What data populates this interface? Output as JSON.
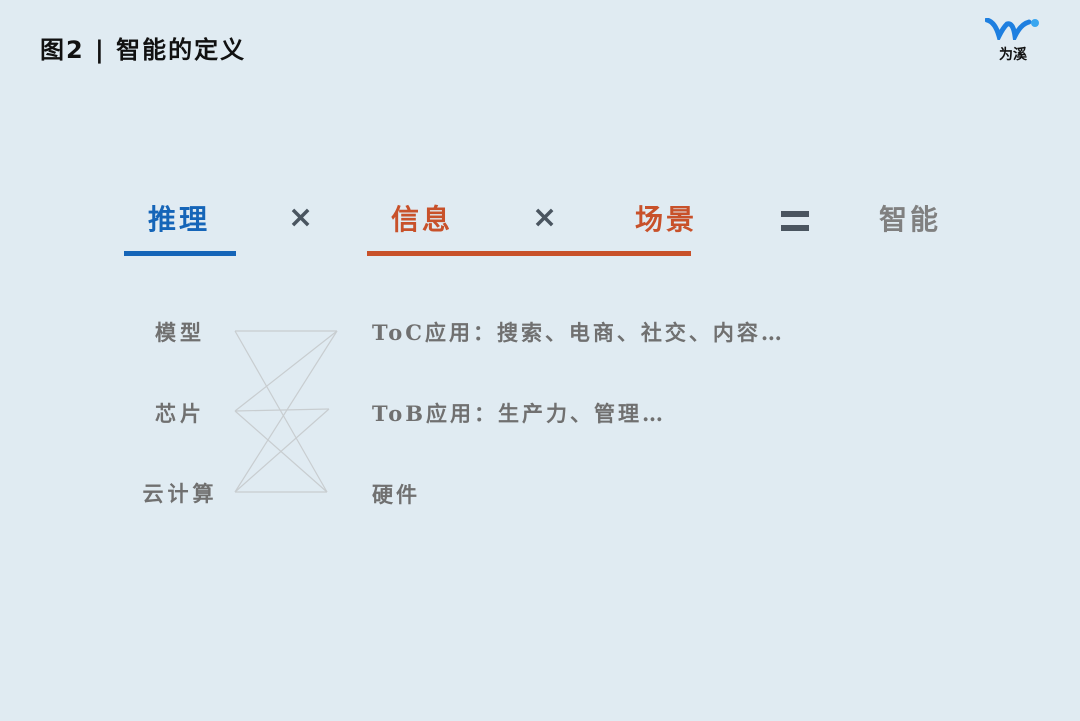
{
  "title": "图2 | 智能的定义",
  "logo": {
    "text": "为溪",
    "colors": [
      "#1e7fe0",
      "#39a6f0"
    ]
  },
  "equation": {
    "term1": "推理",
    "op1": "×",
    "term2": "信息",
    "op2": "×",
    "term3": "场景",
    "eq": "=",
    "result": "智能"
  },
  "left_items": [
    "模型",
    "芯片",
    "云计算"
  ],
  "right_items": [
    "ToC应用：搜索、电商、社交、内容…",
    "ToB应用：生产力、管理…",
    "硬件"
  ],
  "colors": {
    "blue": "#1565b8",
    "orange": "#c8512a",
    "gray": "#808080"
  }
}
